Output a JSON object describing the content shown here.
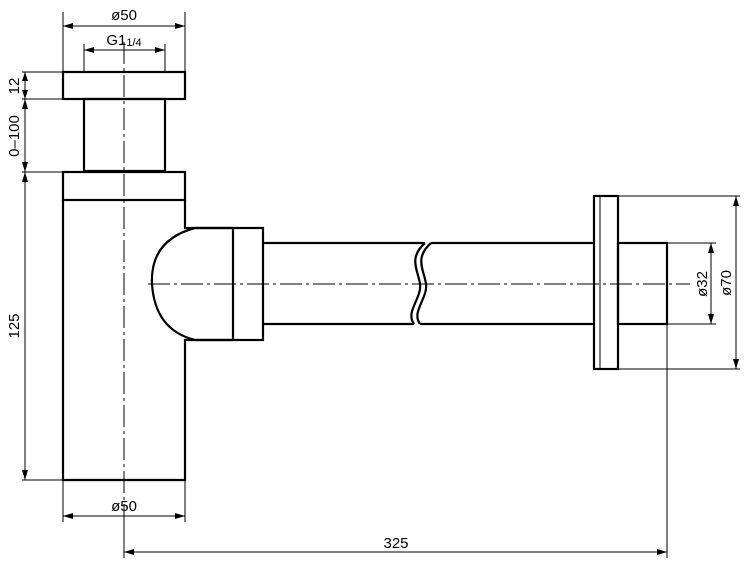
{
  "drawing": {
    "dimensions": {
      "top_diameter": "ø50",
      "thread": "G1",
      "thread_fraction": "1/4",
      "cap_height": "12",
      "adjust_range": "0–100",
      "body_height": "125",
      "bottom_diameter": "ø50",
      "outlet_length": "325",
      "pipe_diameter": "ø32",
      "rosette_diameter": "ø70"
    }
  }
}
